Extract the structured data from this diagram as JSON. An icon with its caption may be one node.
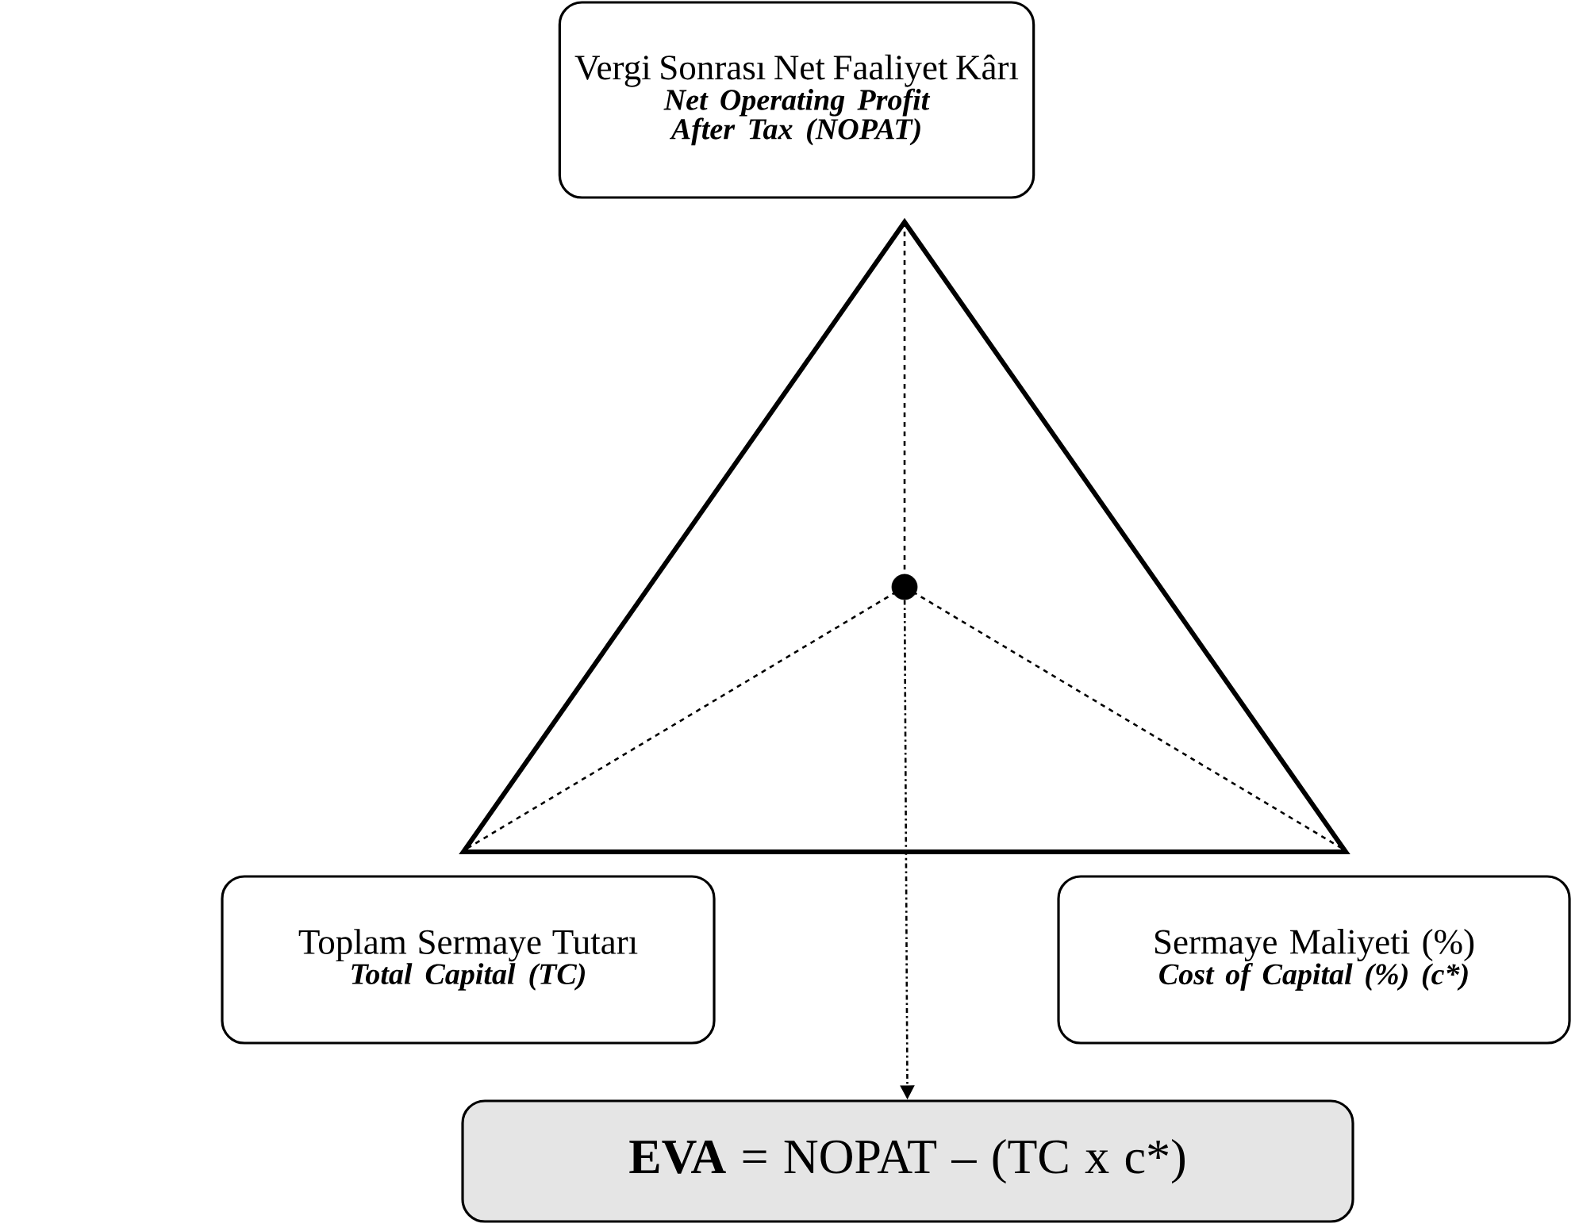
{
  "diagram": {
    "nodes": [
      {
        "text": [
          "Vergi Sonrası Net Faaliyet Kârı",
          "Net Operating Profit After Tax (NOPAT)"
        ]
      },
      {
        "text": [],
        "shape": "circle"
      },
      {
        "text": [
          "Toplam Sermaye Tutarı",
          "Total Capital (TC)"
        ]
      },
      {
        "text": [
          "Sermaye Maliyeti (%)",
          "Cost of Capital (%) (c*)"
        ]
      },
      {
        "text": [
          "**EVA** = NOPAT – (TC x c*)"
        ]
      }
    ],
    "edges": [
      {
        "from": 1,
        "to": 4,
        "arrow": "to",
        "style": "dashed"
      }
    ]
  }
}
